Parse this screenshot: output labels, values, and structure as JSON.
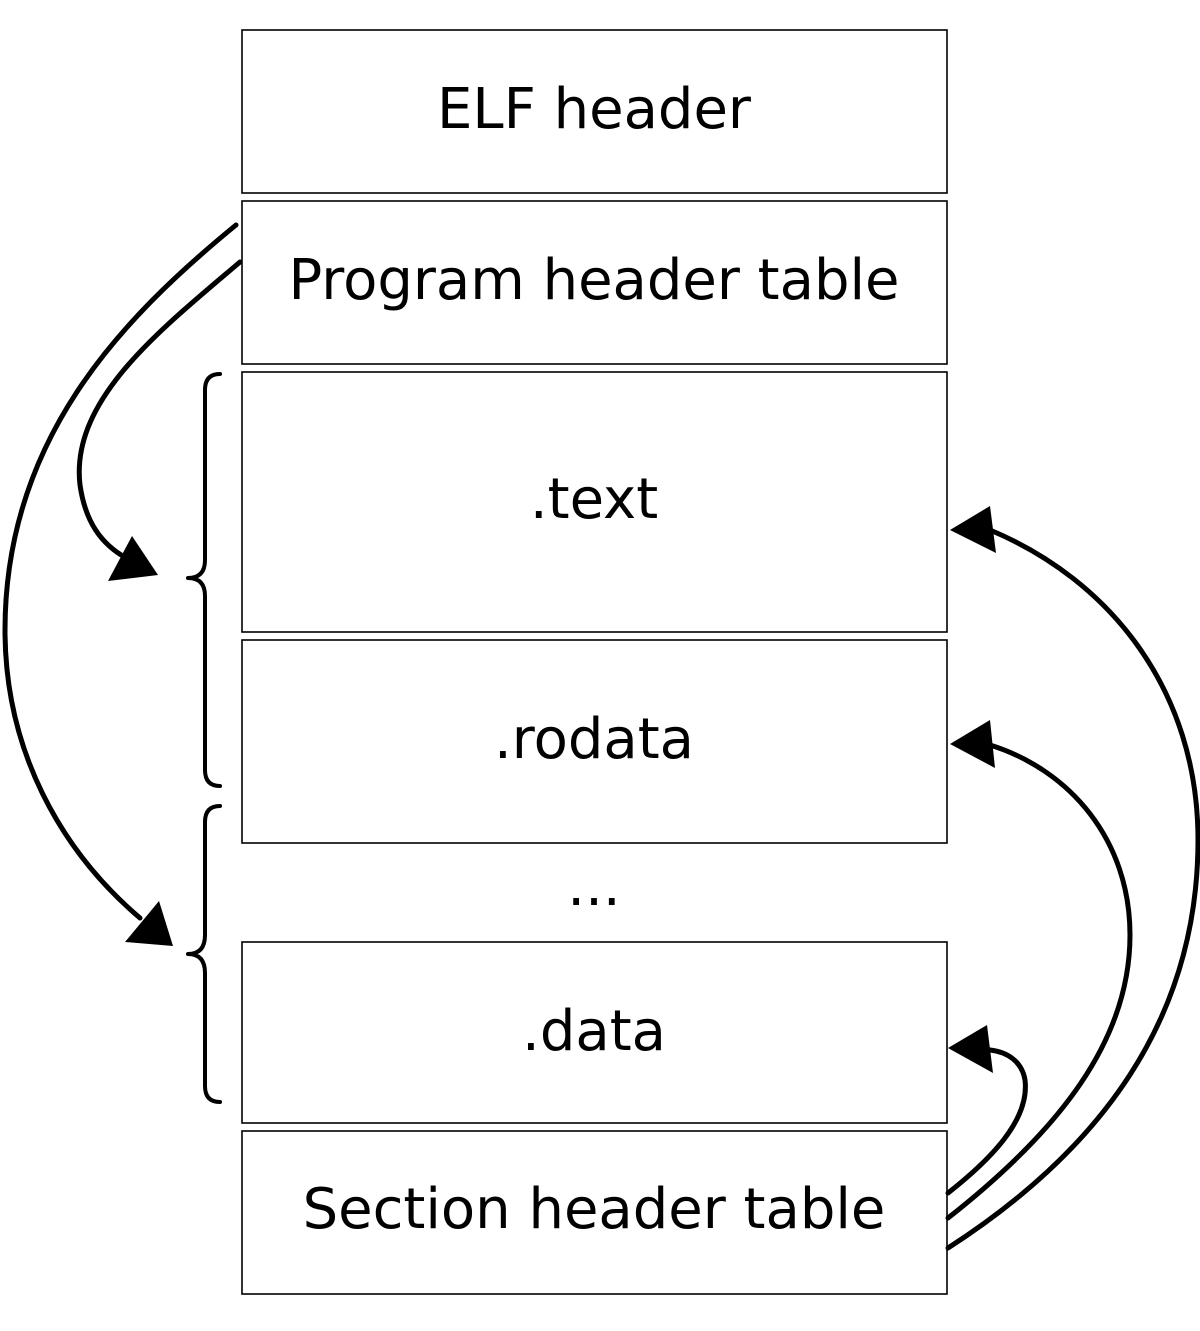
{
  "diagram": {
    "sections": [
      {
        "id": "elf-header",
        "label": "ELF header"
      },
      {
        "id": "program-header-table",
        "label": "Program header table"
      },
      {
        "id": "text",
        "label": ".text"
      },
      {
        "id": "rodata",
        "label": ".rodata"
      },
      {
        "id": "data",
        "label": ".data"
      },
      {
        "id": "section-header-table",
        "label": "Section header table"
      }
    ],
    "ellipsis": "..."
  }
}
